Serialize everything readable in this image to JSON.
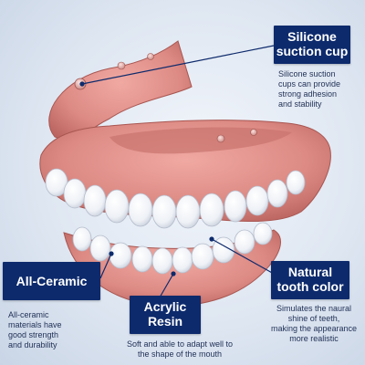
{
  "colors": {
    "callout_bg": "#0d2a6c",
    "callout_text": "#ffffff",
    "leader_line": "#0d2a6c",
    "description_text": "#1f2f55",
    "gum": "#e3928c",
    "tooth": "#f6f7fa"
  },
  "callouts": {
    "suction": {
      "title_line1": "Silicone",
      "title_line2": "suction cup",
      "desc_lines": [
        "Silicone suction",
        "cups can provide",
        "strong adhesion",
        "and stability"
      ]
    },
    "ceramic": {
      "title_line1": "All-Ceramic",
      "desc_lines": [
        "All-ceramic",
        "materials have",
        "good strength",
        "and durability"
      ]
    },
    "resin": {
      "title_line1": "Acrylic",
      "title_line2": "Resin",
      "desc_lines": [
        "Soft and able to adapt well to",
        "the shape of the mouth"
      ]
    },
    "tooth_color": {
      "title_line1": "Natural",
      "title_line2": "tooth color",
      "desc_lines": [
        "Simulates the naural",
        "shine of teeth,",
        "making the appearance",
        "more realistic"
      ]
    }
  }
}
